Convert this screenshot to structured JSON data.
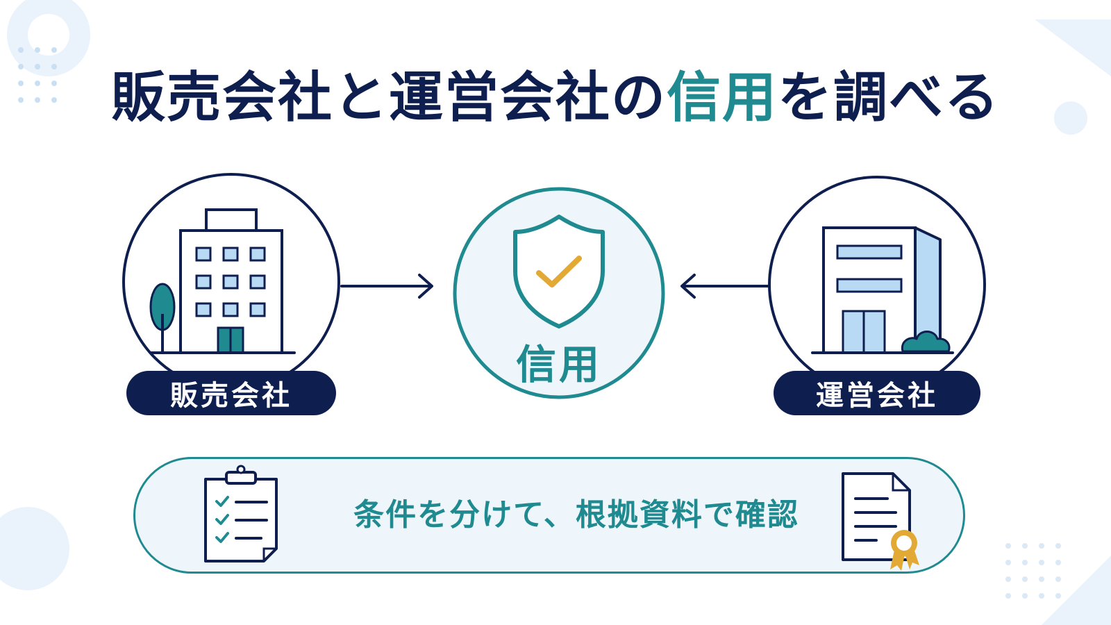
{
  "title": {
    "prefix": "販売会社と運営会社の",
    "highlight": "信用",
    "suffix": "を調べる"
  },
  "nodes": {
    "sales_company": "販売会社",
    "trust": "信用",
    "operating_company": "運営会社"
  },
  "banner": {
    "text": "条件を分けて、根拠資料で確認"
  },
  "colors": {
    "navy": "#0e1f4f",
    "teal": "#1f8a90",
    "gold": "#e3a935",
    "light_blue": "#b9daf5",
    "pale_bg": "#eef6fb"
  },
  "icons": [
    "building-icon",
    "tree-icon",
    "shield-check-icon",
    "office-building-icon",
    "bush-icon",
    "clipboard-checklist-icon",
    "certificate-document-icon"
  ]
}
